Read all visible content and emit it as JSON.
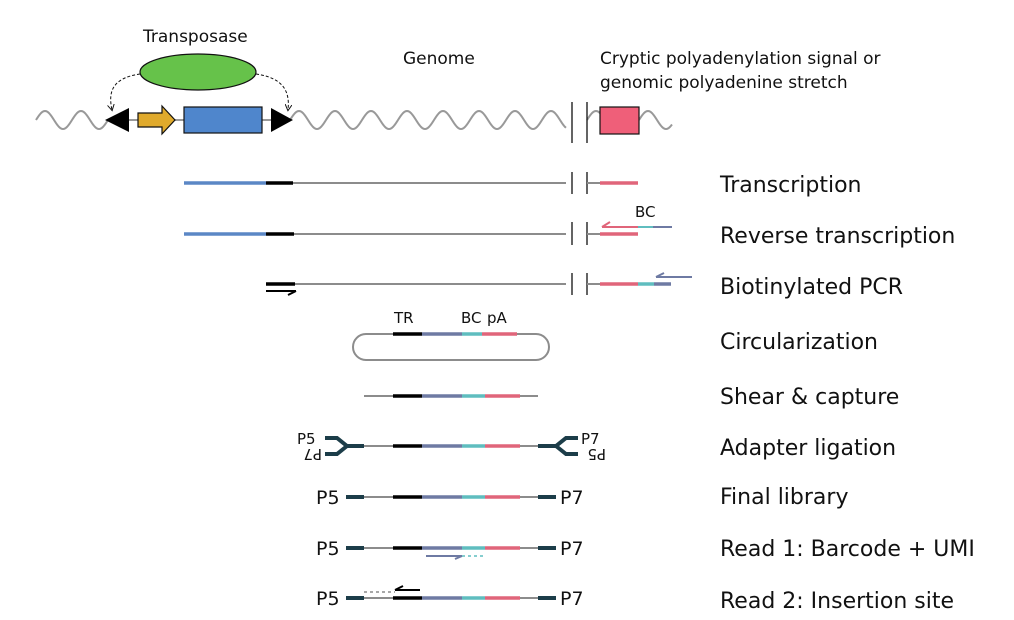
{
  "labels": {
    "transposase": "Transposase",
    "genome": "Genome",
    "polyA_line1": "Cryptic polyadenylation signal or",
    "polyA_line2": "genomic polyadenine stretch",
    "bc_rt": "BC",
    "tr": "TR",
    "bc_circ": "BC",
    "pa_circ": "pA",
    "p5": "P5",
    "p7": "P7"
  },
  "steps": [
    {
      "label": "Transcription"
    },
    {
      "label": "Reverse transcription"
    },
    {
      "label": "Biotinylated PCR"
    },
    {
      "label": "Circularization"
    },
    {
      "label": "Shear & capture"
    },
    {
      "label": "Adapter ligation"
    },
    {
      "label": "Final library"
    },
    {
      "label": "Read 1: Barcode + UMI"
    },
    {
      "label": "Read 2: Insertion site"
    }
  ],
  "colors": {
    "transposase": "#66c24a",
    "promoter": "#e0aa2c",
    "gene": "#4f86cc",
    "polyA": "#ef5f79",
    "transcript_blue": "#5b87c5",
    "tr": "#000000",
    "umi": "#6e7aa3",
    "barcode": "#5fbdbf",
    "pa_segment": "#e0657a",
    "adapter": "#1c3d49",
    "backbone": "#8c8c8c"
  }
}
